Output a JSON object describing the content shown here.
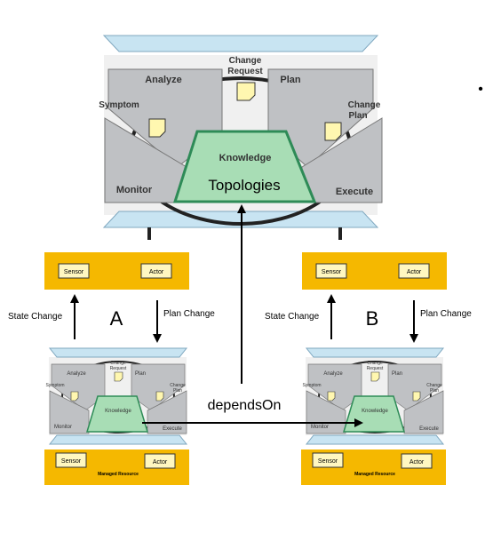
{
  "big_mape": {
    "analyze": "Analyze",
    "plan": "Plan",
    "monitor": "Monitor",
    "execute": "Execute",
    "knowledge": "Knowledge",
    "topologies": "Topologies",
    "symptom": "Symptom",
    "change_request_1": "Change",
    "change_request_2": "Request",
    "change_plan_1": "Change",
    "change_plan_2": "Plan"
  },
  "left_system": {
    "sensor": "Sensor",
    "actor": "Actor",
    "letter": "A",
    "state_change": "State Change",
    "plan_change": "Plan Change",
    "mape": {
      "analyze": "Analyze",
      "plan": "Plan",
      "monitor": "Monitor",
      "execute": "Execute",
      "knowledge": "Knowledge",
      "symptom": "Symptom",
      "change_request_1": "Change",
      "change_request_2": "Request",
      "change_plan_1": "Change",
      "change_plan_2": "Plan"
    },
    "managed_sensor": "Sensor",
    "managed_actor": "Actor",
    "managed_resource": "Managed Resource"
  },
  "right_system": {
    "sensor": "Sensor",
    "actor": "Actor",
    "letter": "B",
    "state_change": "State Change",
    "plan_change": "Plan Change",
    "mape": {
      "analyze": "Analyze",
      "plan": "Plan",
      "monitor": "Monitor",
      "execute": "Execute",
      "knowledge": "Knowledge",
      "symptom": "Symptom",
      "change_request_1": "Change",
      "change_request_2": "Request",
      "change_plan_1": "Change",
      "change_plan_2": "Plan"
    },
    "managed_sensor": "Sensor",
    "managed_actor": "Actor",
    "managed_resource": "Managed Resource"
  },
  "depends_on": "dependsOn",
  "bullet": "•",
  "colors": {
    "yellow": "#F5B800",
    "knowledge_fill": "#A8DDB5",
    "knowledge_stroke": "#2E8B57",
    "gray_fill": "#BFC1C4",
    "blue_bar": "#C8E4F2",
    "arrow": "#000000"
  }
}
